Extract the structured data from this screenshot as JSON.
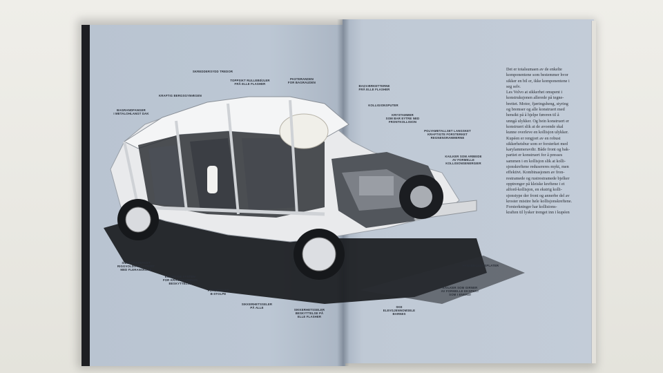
{
  "callouts": [
    "SKREDDERSYDD TREDOR",
    "TOPPSIKT RULLEBØJLER\nFRÅ ELLE FLASHER",
    "PASTERANDEN\nFOR BAGRAUDEN",
    "KRAFTIG BERGSGYMÆGEN",
    "BAGRANDFANGER\nI METALOHLANGT DAK",
    "BAGVÆRKETTERNE\nFRÅ ELLE FLASHER",
    "KOLLIGIONSPUTER",
    "KRYSTAMMER\nSOM BAR EYTRE NED\nFRONTKOLLISION",
    "POLYAMETALLSET LANGSKET\nKRAFTIGTE FORSTERKET\nREGNENSRAMMERNE",
    "KAILKER SOM ARBEIDE\nAV FORMELLE\nKOLLISIONSENERGIER",
    "SIDEFORSTERKET\nRIGGVOLDSTRASTEDET\nMED FLERANSKERE",
    "EN LEDIGE SYSTEM\nFOR KRASHSLUNINGS\nBESKYTTELSE",
    "FORSTERKET\nB-STOLPE",
    "SIKKERHETSSELER\nPÅ ALLE",
    "SIKKERHETSSELER\nBESKYTTELSE PÅ\nELLE FLASHER",
    "SKE\nELEVGJENNOMSELE\nBARNES",
    "KAILKER SOM GIRNER\nAV FORMELLE EKSPERT\nSOM I ENERGI",
    "PANSERGUERSPLATER"
  ],
  "body_text": "Det er totalsumaen av de enkelte\nkomponentene som bestemmer hvor\nsikker en bil er, ikke komponentene i\nseg selv.\n  Les Volvo at sikkerhet omspent i\nkonstruksjonen allerede på tegne-\nbrettet. Motor, fjæringsheng, styring\nog bremser og alle konstruert med\nhensikt på å hjelpe føreren til å\nunngå ulykker. Og bein konstruert er\nkonstruert slik at de avoende skal\nkunne overleve en kollisjon ulykker.\n  Kupéen er rengjort av en robust\nsikkerhetsbur som er forsterket med\nkarylammeravdir. Både front og bak-\npartiet er konstruert for å presses\nsammen i en kollisjon slik at kolli-\nsjonskreftene redusereres mykt, men\neffektivt. Kombinasjonen av fron-\nrestramede og rustrestramede bjelker\nopptrenger på kleiske kreftene i et\nalford-kollisjon, en ekstrig kolli-\nsjonstype der front og annerbe del av\nkroster mistire hele kollisjonskreftene.\nForsterkninger har kollisions-\nkraften til lysker trenget inn i kupéen"
}
